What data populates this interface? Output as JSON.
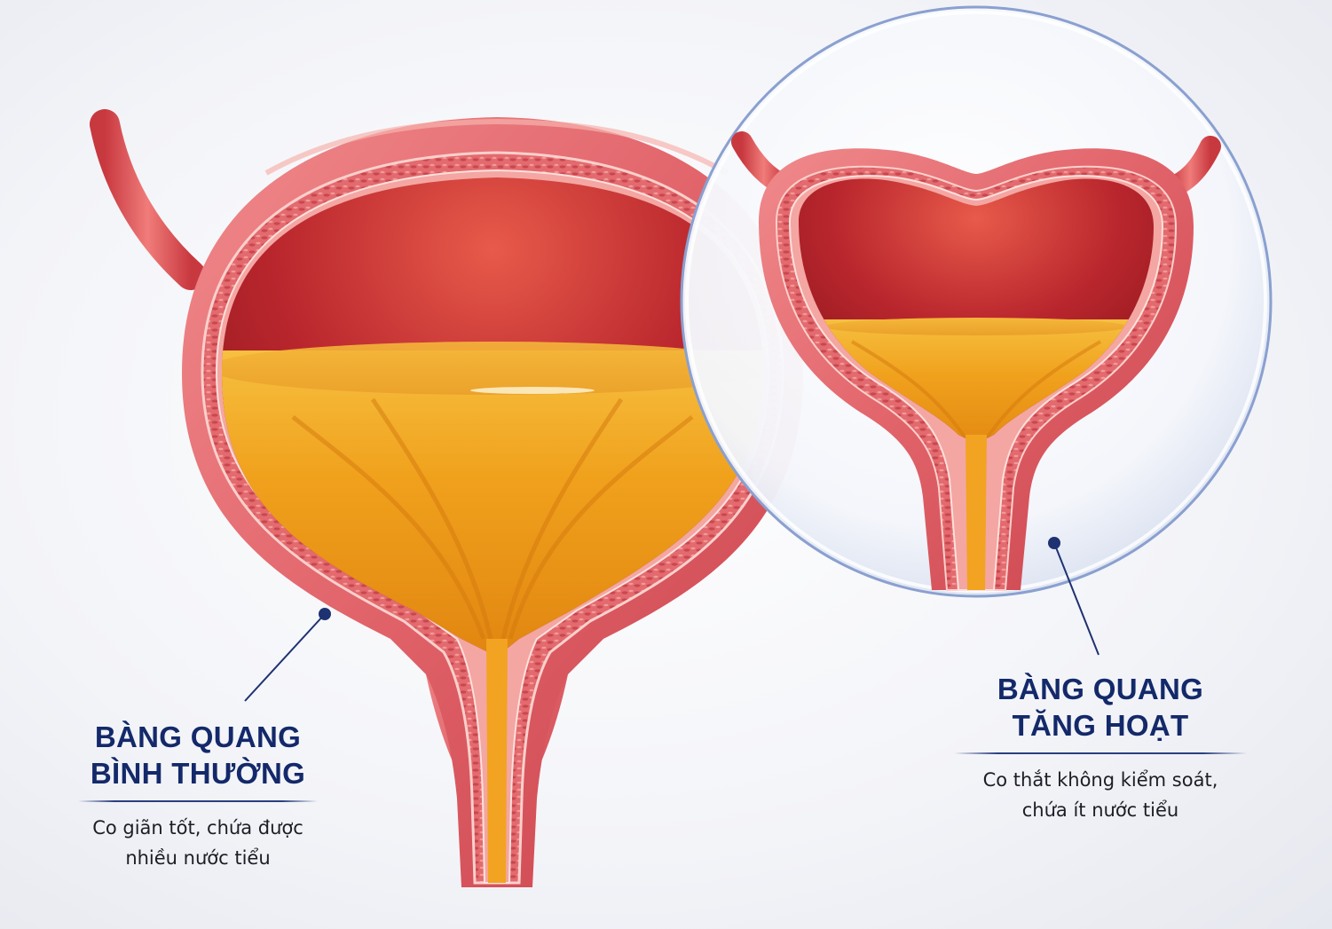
{
  "left_label": {
    "title_line1": "BÀNG QUANG",
    "title_line2": "BÌNH THƯỜNG",
    "desc_line1": "Co giãn tốt, chứa được",
    "desc_line2": "nhiều nước tiểu"
  },
  "right_label": {
    "title_line1": "BÀNG QUANG",
    "title_line2": "TĂNG HOẠT",
    "desc_line1": "Co thắt không kiểm soát,",
    "desc_line2": "chứa ít nước tiểu"
  },
  "colors": {
    "title": "#13296a",
    "pointer": "#1e3272",
    "bladder_wall": "#e0646a",
    "bladder_inner": "#b8232a",
    "urine": "#f1a21c",
    "magnifier_ring": "#8aa0d0"
  }
}
